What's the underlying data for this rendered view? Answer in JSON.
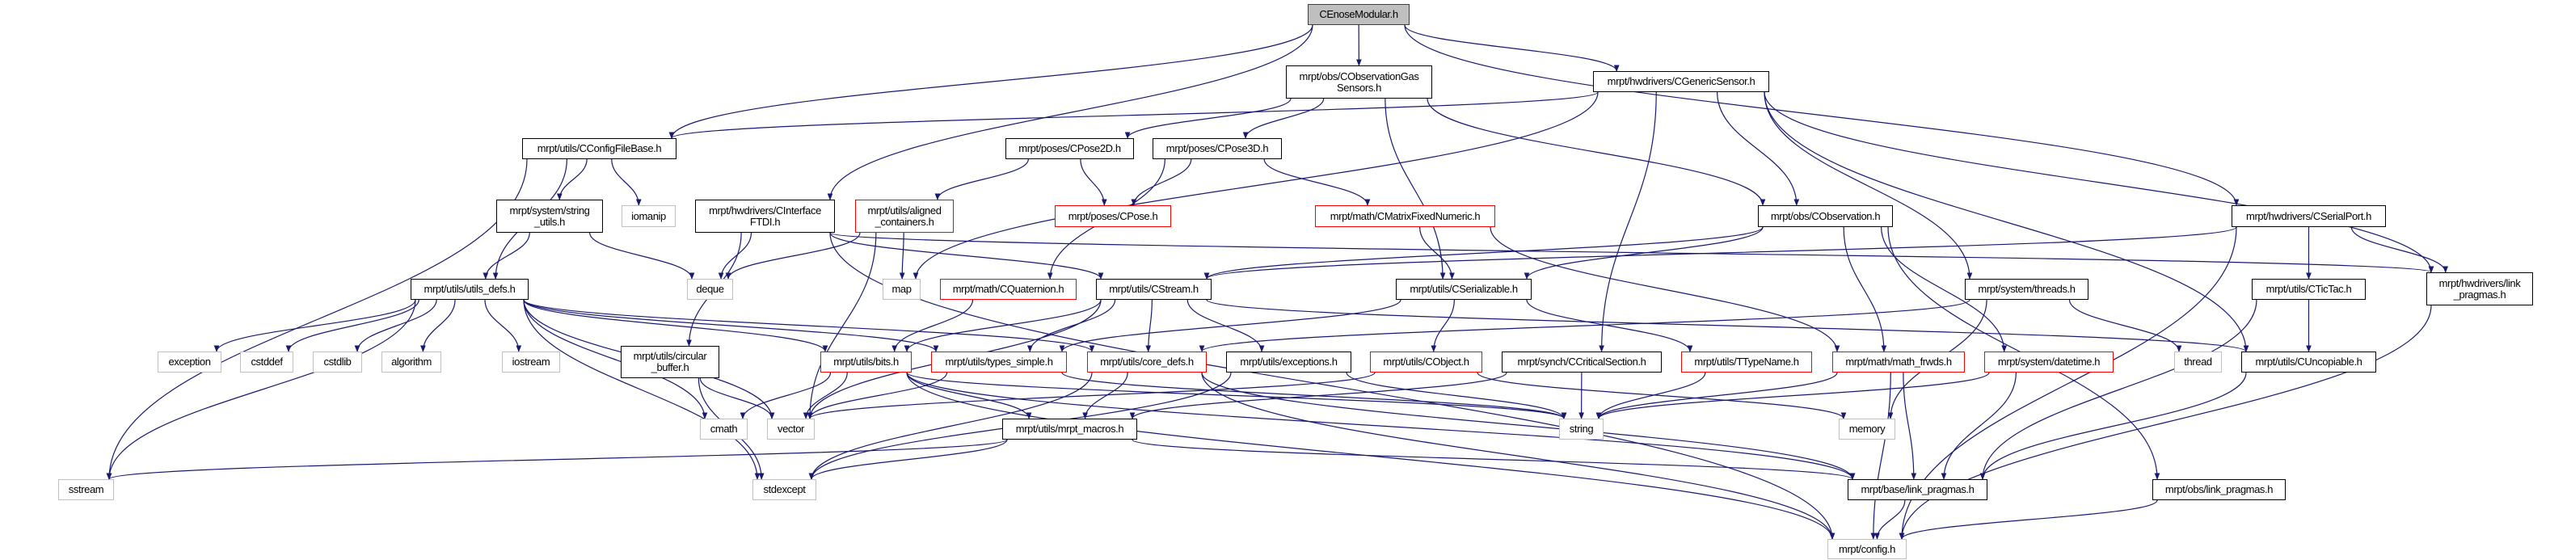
{
  "title": "CEnoseModular.h",
  "colors": {
    "edge": "#191970",
    "missing": "#ff0000",
    "system": "#bfbfbf",
    "root_fill": "#bfbfbf"
  },
  "nodes": [
    {
      "id": "root",
      "label": "CEnoseModular.h",
      "kind": "root"
    },
    {
      "id": "gas",
      "label": "mrpt/obs/CObservationGas\nSensors.h",
      "kind": "doc"
    },
    {
      "id": "gensens",
      "label": "mrpt/hwdrivers/CGenericSensor.h",
      "kind": "doc"
    },
    {
      "id": "cfg",
      "label": "mrpt/utils/CConfigFileBase.h",
      "kind": "doc"
    },
    {
      "id": "strutils",
      "label": "mrpt/system/string\n_utils.h",
      "kind": "doc"
    },
    {
      "id": "iomanip",
      "label": "iomanip",
      "kind": "sys"
    },
    {
      "id": "ftdi",
      "label": "mrpt/hwdrivers/CInterface\nFTDI.h",
      "kind": "doc"
    },
    {
      "id": "aligned",
      "label": "mrpt/utils/aligned\n_containers.h",
      "kind": "red"
    },
    {
      "id": "pose2d",
      "label": "mrpt/poses/CPose2D.h",
      "kind": "doc"
    },
    {
      "id": "pose3d",
      "label": "mrpt/poses/CPose3D.h",
      "kind": "doc"
    },
    {
      "id": "cpose",
      "label": "mrpt/poses/CPose.h",
      "kind": "red"
    },
    {
      "id": "matfix",
      "label": "mrpt/math/CMatrixFixedNumeric.h",
      "kind": "red"
    },
    {
      "id": "cobs",
      "label": "mrpt/obs/CObservation.h",
      "kind": "doc"
    },
    {
      "id": "serial",
      "label": "mrpt/hwdrivers/CSerialPort.h",
      "kind": "doc"
    },
    {
      "id": "udefs",
      "label": "mrpt/utils/utils_defs.h",
      "kind": "doc"
    },
    {
      "id": "deque",
      "label": "deque",
      "kind": "sys"
    },
    {
      "id": "map",
      "label": "map",
      "kind": "sys"
    },
    {
      "id": "quat",
      "label": "mrpt/math/CQuaternion.h",
      "kind": "red"
    },
    {
      "id": "stream",
      "label": "mrpt/utils/CStream.h",
      "kind": "doc"
    },
    {
      "id": "serializable",
      "label": "mrpt/utils/CSerializable.h",
      "kind": "doc"
    },
    {
      "id": "threads",
      "label": "mrpt/system/threads.h",
      "kind": "doc"
    },
    {
      "id": "tictac",
      "label": "mrpt/utils/CTicTac.h",
      "kind": "doc"
    },
    {
      "id": "hwlink",
      "label": "mrpt/hwdrivers/link\n_pragmas.h",
      "kind": "doc"
    },
    {
      "id": "exception",
      "label": "exception",
      "kind": "sys"
    },
    {
      "id": "cstddef",
      "label": "cstddef",
      "kind": "sys"
    },
    {
      "id": "cstdlib",
      "label": "cstdlib",
      "kind": "sys"
    },
    {
      "id": "algorithm",
      "label": "algorithm",
      "kind": "sys"
    },
    {
      "id": "iostream",
      "label": "iostream",
      "kind": "sys"
    },
    {
      "id": "circbuf",
      "label": "mrpt/utils/circular\n_buffer.h",
      "kind": "doc"
    },
    {
      "id": "bits",
      "label": "mrpt/utils/bits.h",
      "kind": "red"
    },
    {
      "id": "types",
      "label": "mrpt/utils/types_simple.h",
      "kind": "red"
    },
    {
      "id": "coredefs",
      "label": "mrpt/utils/core_defs.h",
      "kind": "red"
    },
    {
      "id": "exceptions",
      "label": "mrpt/utils/exceptions.h",
      "kind": "doc"
    },
    {
      "id": "cobject",
      "label": "mrpt/utils/CObject.h",
      "kind": "red"
    },
    {
      "id": "critsec",
      "label": "mrpt/synch/CCriticalSection.h",
      "kind": "doc"
    },
    {
      "id": "ttype",
      "label": "mrpt/utils/TTypeName.h",
      "kind": "red"
    },
    {
      "id": "mathfrwds",
      "label": "mrpt/math/math_frwds.h",
      "kind": "red"
    },
    {
      "id": "datetime",
      "label": "mrpt/system/datetime.h",
      "kind": "red"
    },
    {
      "id": "thread",
      "label": "thread",
      "kind": "sys"
    },
    {
      "id": "uncop",
      "label": "mrpt/utils/CUncopiable.h",
      "kind": "doc"
    },
    {
      "id": "cmath",
      "label": "cmath",
      "kind": "sys"
    },
    {
      "id": "vector",
      "label": "vector",
      "kind": "sys"
    },
    {
      "id": "macros",
      "label": "mrpt/utils/mrpt_macros.h",
      "kind": "doc"
    },
    {
      "id": "string",
      "label": "string",
      "kind": "sys"
    },
    {
      "id": "memory",
      "label": "memory",
      "kind": "sys"
    },
    {
      "id": "sstream",
      "label": "sstream",
      "kind": "sys"
    },
    {
      "id": "stdexcept",
      "label": "stdexcept",
      "kind": "sys"
    },
    {
      "id": "baselink",
      "label": "mrpt/base/link_pragmas.h",
      "kind": "doc"
    },
    {
      "id": "obslink",
      "label": "mrpt/obs/link_pragmas.h",
      "kind": "doc"
    },
    {
      "id": "config",
      "label": "mrpt/config.h",
      "kind": "sys"
    }
  ],
  "edges": [
    [
      "root",
      "cfg"
    ],
    [
      "root",
      "ftdi"
    ],
    [
      "root",
      "gas"
    ],
    [
      "root",
      "gensens"
    ],
    [
      "root",
      "serial"
    ],
    [
      "cfg",
      "sstream"
    ],
    [
      "cfg",
      "udefs"
    ],
    [
      "cfg",
      "strutils"
    ],
    [
      "cfg",
      "iomanip"
    ],
    [
      "strutils",
      "udefs"
    ],
    [
      "strutils",
      "deque"
    ],
    [
      "ftdi",
      "config"
    ],
    [
      "ftdi",
      "circbuf"
    ],
    [
      "ftdi",
      "deque"
    ],
    [
      "ftdi",
      "stream"
    ],
    [
      "ftdi",
      "hwlink"
    ],
    [
      "udefs",
      "exception"
    ],
    [
      "udefs",
      "cstddef"
    ],
    [
      "udefs",
      "cstdlib"
    ],
    [
      "udefs",
      "algorithm"
    ],
    [
      "udefs",
      "iostream"
    ],
    [
      "udefs",
      "cmath"
    ],
    [
      "udefs",
      "vector"
    ],
    [
      "udefs",
      "stdexcept"
    ],
    [
      "udefs",
      "sstream"
    ],
    [
      "udefs",
      "bits"
    ],
    [
      "udefs",
      "types"
    ],
    [
      "udefs",
      "coredefs"
    ],
    [
      "circbuf",
      "vector"
    ],
    [
      "circbuf",
      "stdexcept"
    ],
    [
      "gas",
      "pose2d"
    ],
    [
      "gas",
      "pose3d"
    ],
    [
      "gas",
      "serializable"
    ],
    [
      "gas",
      "cobs"
    ],
    [
      "gensens",
      "cfg"
    ],
    [
      "gensens",
      "map"
    ],
    [
      "gensens",
      "critsec"
    ],
    [
      "gensens",
      "cobs"
    ],
    [
      "gensens",
      "threads"
    ],
    [
      "gensens",
      "uncop"
    ],
    [
      "gensens",
      "hwlink"
    ],
    [
      "pose2d",
      "aligned"
    ],
    [
      "pose2d",
      "cpose"
    ],
    [
      "pose3d",
      "cpose"
    ],
    [
      "pose3d",
      "quat"
    ],
    [
      "pose3d",
      "matfix"
    ],
    [
      "aligned",
      "map"
    ],
    [
      "aligned",
      "deque"
    ],
    [
      "aligned",
      "vector"
    ],
    [
      "matfix",
      "serializable"
    ],
    [
      "matfix",
      "mathfrwds"
    ],
    [
      "quat",
      "bits"
    ],
    [
      "stream",
      "bits"
    ],
    [
      "stream",
      "types"
    ],
    [
      "stream",
      "coredefs"
    ],
    [
      "stream",
      "exceptions"
    ],
    [
      "stream",
      "vector"
    ],
    [
      "stream",
      "uncop"
    ],
    [
      "serializable",
      "cobject"
    ],
    [
      "serializable",
      "ttype"
    ],
    [
      "serializable",
      "types"
    ],
    [
      "cobs",
      "serializable"
    ],
    [
      "cobs",
      "stream"
    ],
    [
      "cobs",
      "mathfrwds"
    ],
    [
      "cobs",
      "datetime"
    ],
    [
      "cobs",
      "obslink"
    ],
    [
      "serial",
      "stream"
    ],
    [
      "serial",
      "tictac"
    ],
    [
      "serial",
      "hwlink"
    ],
    [
      "serial",
      "config"
    ],
    [
      "hwlink",
      "config"
    ],
    [
      "threads",
      "coredefs"
    ],
    [
      "threads",
      "thread"
    ],
    [
      "threads",
      "memory"
    ],
    [
      "tictac",
      "uncop"
    ],
    [
      "tictac",
      "baselink"
    ],
    [
      "bits",
      "vector"
    ],
    [
      "bits",
      "cmath"
    ],
    [
      "bits",
      "macros"
    ],
    [
      "bits",
      "baselink"
    ],
    [
      "bits",
      "config"
    ],
    [
      "bits",
      "string"
    ],
    [
      "types",
      "vector"
    ],
    [
      "types",
      "string"
    ],
    [
      "coredefs",
      "macros"
    ],
    [
      "coredefs",
      "baselink"
    ],
    [
      "coredefs",
      "config"
    ],
    [
      "coredefs",
      "stdexcept"
    ],
    [
      "exceptions",
      "string"
    ],
    [
      "exceptions",
      "stdexcept"
    ],
    [
      "cobject",
      "vector"
    ],
    [
      "cobject",
      "memory"
    ],
    [
      "critsec",
      "string"
    ],
    [
      "critsec",
      "macros"
    ],
    [
      "ttype",
      "string"
    ],
    [
      "mathfrwds",
      "string"
    ],
    [
      "mathfrwds",
      "baselink"
    ],
    [
      "mathfrwds",
      "config"
    ],
    [
      "datetime",
      "string"
    ],
    [
      "datetime",
      "baselink"
    ],
    [
      "uncop",
      "baselink"
    ],
    [
      "macros",
      "sstream"
    ],
    [
      "macros",
      "stdexcept"
    ],
    [
      "macros",
      "baselink"
    ],
    [
      "baselink",
      "config"
    ],
    [
      "obslink",
      "config"
    ]
  ]
}
